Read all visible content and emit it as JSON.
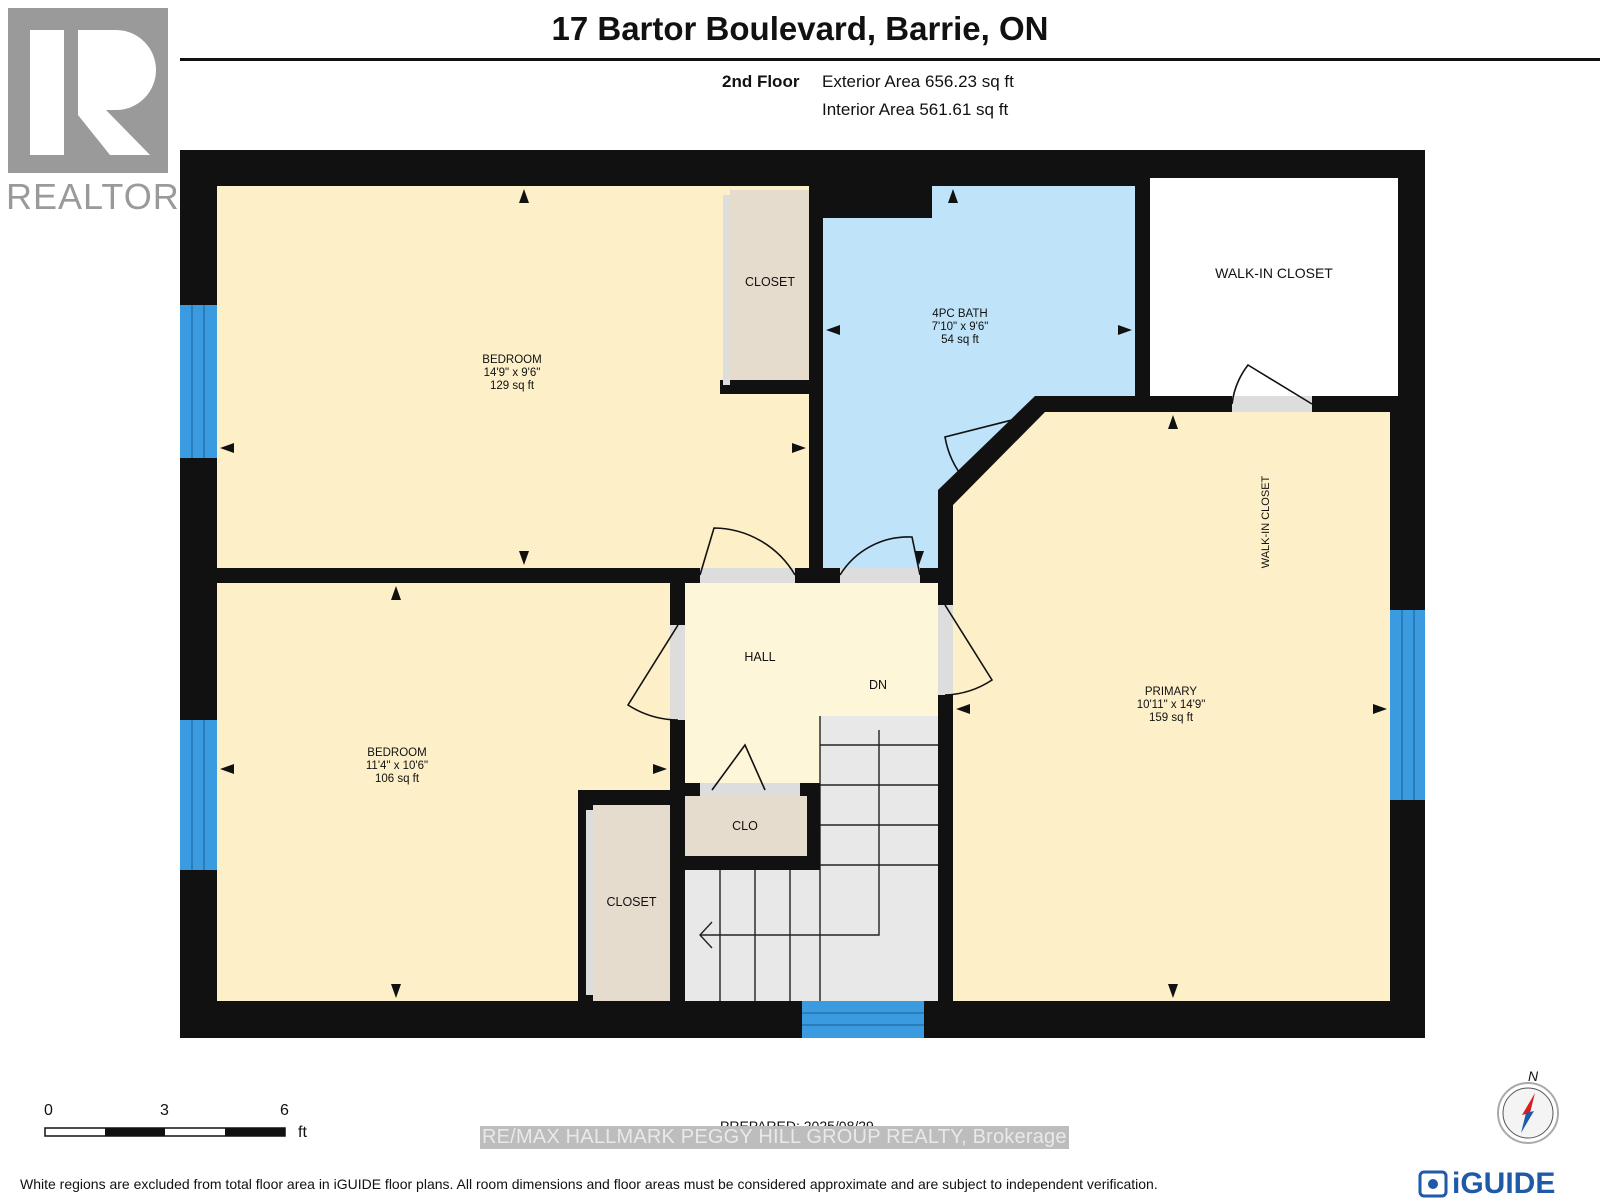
{
  "title": "17 Bartor Boulevard, Barrie, ON",
  "floor": {
    "name": "2nd Floor",
    "exterior_area": "Exterior Area 656.23 sq ft",
    "interior_area": "Interior Area 561.61 sq ft"
  },
  "rooms": {
    "bedroom1": {
      "name": "BEDROOM",
      "dims": "14'9\" x 9'6\"",
      "area": "129 sq ft"
    },
    "bedroom2": {
      "name": "BEDROOM",
      "dims": "11'4\" x 10'6\"",
      "area": "106 sq ft"
    },
    "bath": {
      "name": "4PC BATH",
      "dims": "7'10\" x 9'6\"",
      "area": "54 sq ft"
    },
    "primary": {
      "name": "PRIMARY",
      "dims": "10'11\" x 14'9\"",
      "area": "159 sq ft"
    },
    "closet1": "CLOSET",
    "closet2": "CLOSET",
    "clo": "CLO",
    "hall": "HALL",
    "dn": "DN",
    "walkin1": "WALK-IN CLOSET",
    "walkin2": "WALK-IN CLOSET"
  },
  "scale": {
    "labels": [
      "0",
      "3",
      "6"
    ],
    "unit": "ft"
  },
  "compass_label": "N",
  "prepared": "PREPARED: 2025/08/29",
  "brokerage": "RE/MAX HALLMARK PEGGY HILL GROUP REALTY, Brokerage",
  "disclaimer": "White regions are excluded from total floor area in iGUIDE floor plans. All room dimensions and floor areas must be considered approximate and are subject to independent verification.",
  "logos": {
    "realtor": "REALTOR",
    "iguide": "iGUIDE"
  },
  "colors": {
    "room": "#fdf0c9",
    "bath": "#bfe3f8",
    "closet": "#e6dccd",
    "hall": "#fef6d8",
    "window": "#3a9be0",
    "wall": "#111111"
  }
}
